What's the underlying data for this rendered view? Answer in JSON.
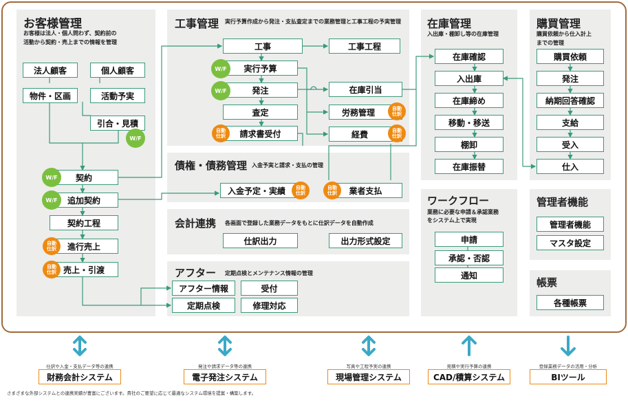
{
  "customer": {
    "title": "お客様管理",
    "desc": [
      "お客様は法人・個人問わず、契約前の",
      "活動から契約・売上までの情報を管理"
    ],
    "boxes": [
      "法人顧客",
      "個人顧客",
      "物件・区画",
      "活動予実",
      "引合・見積",
      "契約",
      "追加契約",
      "契約工程",
      "進行売上",
      "売上・引渡"
    ]
  },
  "construction": {
    "title": "工事管理",
    "desc": "実行予算作成から発注・支払査定までの業務管理と工事工程の予実管理",
    "boxes": [
      "工事",
      "工事工程",
      "実行予算",
      "発注",
      "査定",
      "請求書受付",
      "在庫引当",
      "労務管理",
      "経費"
    ]
  },
  "debt": {
    "title": "債権・債務管理",
    "desc": "入金予実と請求・支払の管理",
    "boxes": [
      "入金予定・実績",
      "業者支払"
    ]
  },
  "accounting": {
    "title": "会計連携",
    "desc": "各画面で登録した業務データをもとに仕訳データを自動作成",
    "boxes": [
      "仕訳出力",
      "出力形式設定"
    ]
  },
  "after": {
    "title": "アフター",
    "desc": "定期点検とメンテナンス情報の管理",
    "boxes": [
      "アフター情報",
      "受付",
      "定期点検",
      "修理対応"
    ]
  },
  "inventory": {
    "title": "在庫管理",
    "desc": "入出庫・棚卸し等の在庫管理",
    "boxes": [
      "在庫確認",
      "入出庫",
      "在庫締め",
      "移動・移送",
      "棚卸",
      "在庫振替"
    ]
  },
  "purchase": {
    "title": "購買管理",
    "desc": [
      "購買依頼から仕入計上",
      "までの管理"
    ],
    "boxes": [
      "購買依頼",
      "発注",
      "納期回答確認",
      "支給",
      "受入",
      "仕入"
    ]
  },
  "workflow": {
    "title": "ワークフロー",
    "desc": [
      "業務に必要な申請＆承認業務",
      "をシステム上で実現"
    ],
    "boxes": [
      "申請",
      "承認・否認",
      "通知"
    ]
  },
  "admin": {
    "title": "管理者機能",
    "boxes": [
      "管理者機能",
      "マスタ設定"
    ]
  },
  "forms": {
    "title": "帳票",
    "boxes": [
      "各種帳票"
    ]
  },
  "badges": {
    "wf": "W/F",
    "auto": "自動\n仕訳"
  },
  "external": [
    {
      "label": "仕訳や入金・支払データ等の連携",
      "name": "財務会計システム",
      "arrow": "both"
    },
    {
      "label": "発注や請求データ等の連携",
      "name": "電子発注システム",
      "arrow": "both"
    },
    {
      "label": "写真や工程予実の連携",
      "name": "現場管理システム",
      "arrow": "both"
    },
    {
      "label": "見積や実行予算の連携",
      "name": "CAD/積算システム",
      "arrow": "up"
    },
    {
      "label": "登録業務データの活用・分析",
      "name": "BIツール",
      "arrow": "down"
    }
  ],
  "footnote": "さまざまな外部システムとの連携実績が豊富にございます。貴社のご要望に応じて最適なシステム環境を提案・構築します。",
  "colors": {
    "border": "#3a9a7a",
    "frame": "#a0693a",
    "wf": "#7bbf3f",
    "auto": "#ee8a12",
    "panel": "#ededec",
    "arrow": "#3aa9c6"
  }
}
